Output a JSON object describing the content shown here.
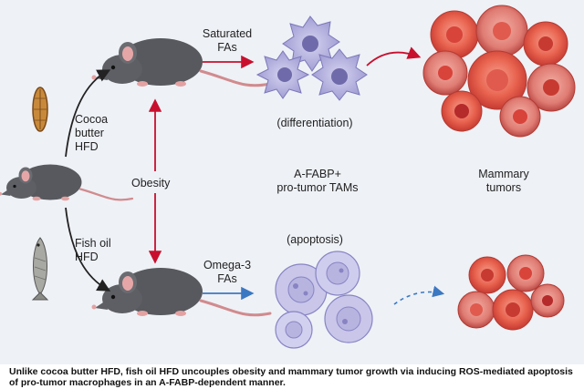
{
  "labels": {
    "cocoa": "Cocoa\nbutter\nHFD",
    "fish": "Fish oil\nHFD",
    "obesity": "Obesity",
    "saturated": "Saturated\nFAs",
    "omega": "Omega-3\nFAs",
    "differentiation": "(differentiation)",
    "apoptosis": "(apoptosis)",
    "tams": "A-FABP+\npro-tumor TAMs",
    "mammary": "Mammary\ntumors"
  },
  "caption": "Unlike cocoa butter HFD, fish oil HFD uncouples obesity and mammary tumor growth via inducing ROS-mediated apoptosis of pro-tumor macrophages in an A-FABP-dependent manner.",
  "colors": {
    "background": "#eef1f6",
    "mouse": "#55575c",
    "arrow_red": "#c8102e",
    "arrow_blue": "#3b78c2",
    "macrophage": "#a9a6d8",
    "tumor": "#e2574c"
  }
}
